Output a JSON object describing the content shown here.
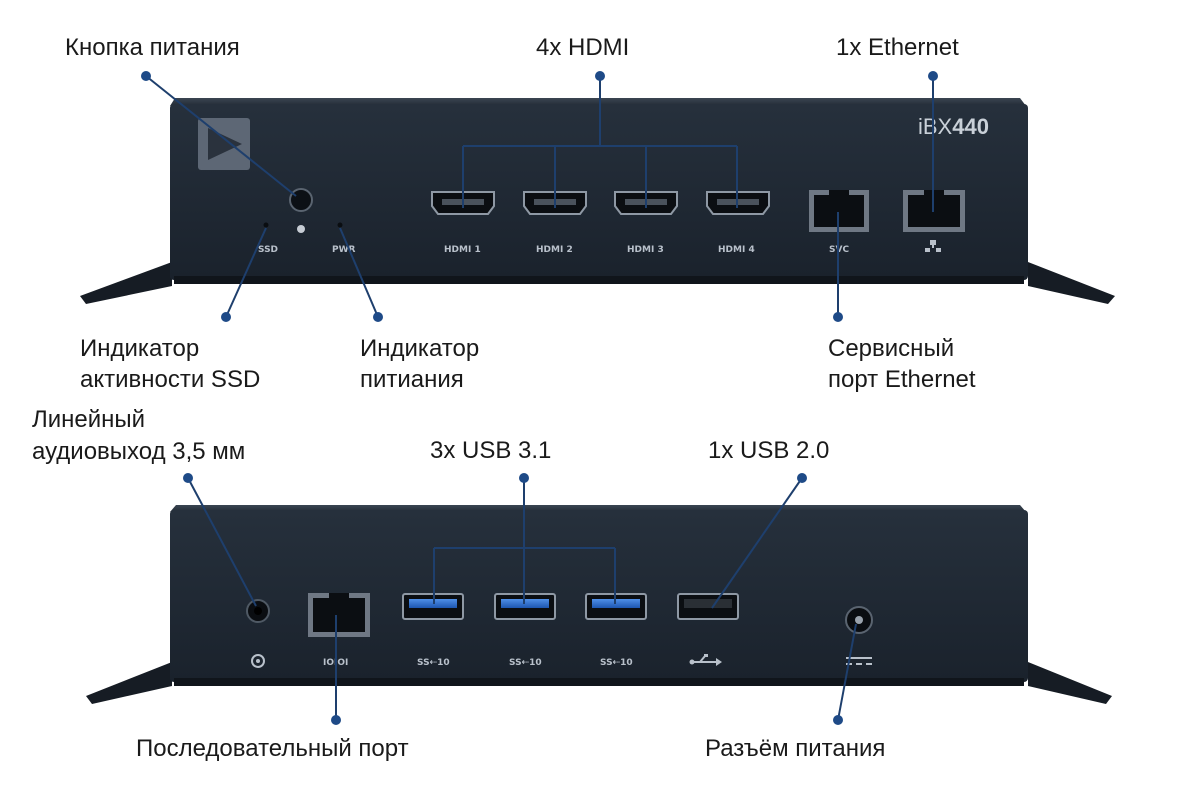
{
  "callouts": {
    "power_button": "Кнопка питания",
    "hdmi": "4x HDMI",
    "ethernet": "1x Ethernet",
    "ssd_led_line1": "Индикатор",
    "ssd_led_line2": "активности  SSD",
    "pwr_led_line1": "Индикатор",
    "pwr_led_line2": "питиания",
    "svc_port_line1": "Сервисный",
    "svc_port_line2": "порт Ethernet",
    "audio_line1": "Линейный",
    "audio_line2": "аудиовыход 3,5 мм",
    "usb31": "3x USB 3.1",
    "usb20": "1x USB 2.0",
    "serial": "Последовательный порт",
    "power_jack": "Разъём питания"
  },
  "device": {
    "brand_prefix": "iBX",
    "brand_model": "440",
    "front_labels": {
      "ssd": "SSD",
      "pwr": "PWR",
      "hdmi": [
        "HDMI 1",
        "HDMI 2",
        "HDMI 3",
        "HDMI 4"
      ],
      "svc": "SVC"
    },
    "rear_labels": {
      "serial": "IOIOI",
      "usb": [
        "SS⇠10",
        "SS⇠10",
        "SS⇠10"
      ]
    }
  },
  "colors": {
    "chassis": "#1f2833",
    "chassis_dark": "#141a22",
    "leader": "#1e3f6d",
    "usb3_blue": "#2f6fcf"
  }
}
